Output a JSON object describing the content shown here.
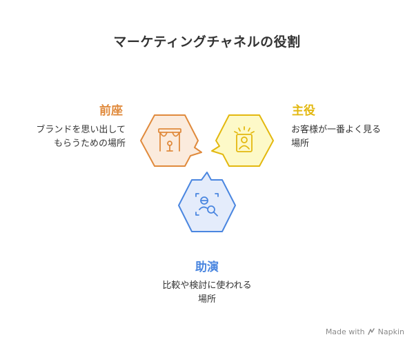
{
  "title": "マーケティングチャネルの役割",
  "roles": [
    {
      "heading": "前座",
      "description_lines": [
        "ブランドを思い出して",
        "もらうための場所"
      ],
      "color": "#E08A3C",
      "fill": "#FBEBDD",
      "icon": "stage-icon"
    },
    {
      "heading": "主役",
      "description_lines": [
        "お客様が一番よく見る",
        "場所"
      ],
      "color": "#E3B80F",
      "fill": "#FDF9C8",
      "icon": "spotlight-person-icon"
    },
    {
      "heading": "助演",
      "description_lines": [
        "比較や検討に使われる",
        "場所"
      ],
      "color": "#4A86E0",
      "fill": "#E4ECFB",
      "icon": "search-person-icon"
    }
  ],
  "footer": {
    "made_with": "Made with",
    "brand": "Napkin"
  }
}
